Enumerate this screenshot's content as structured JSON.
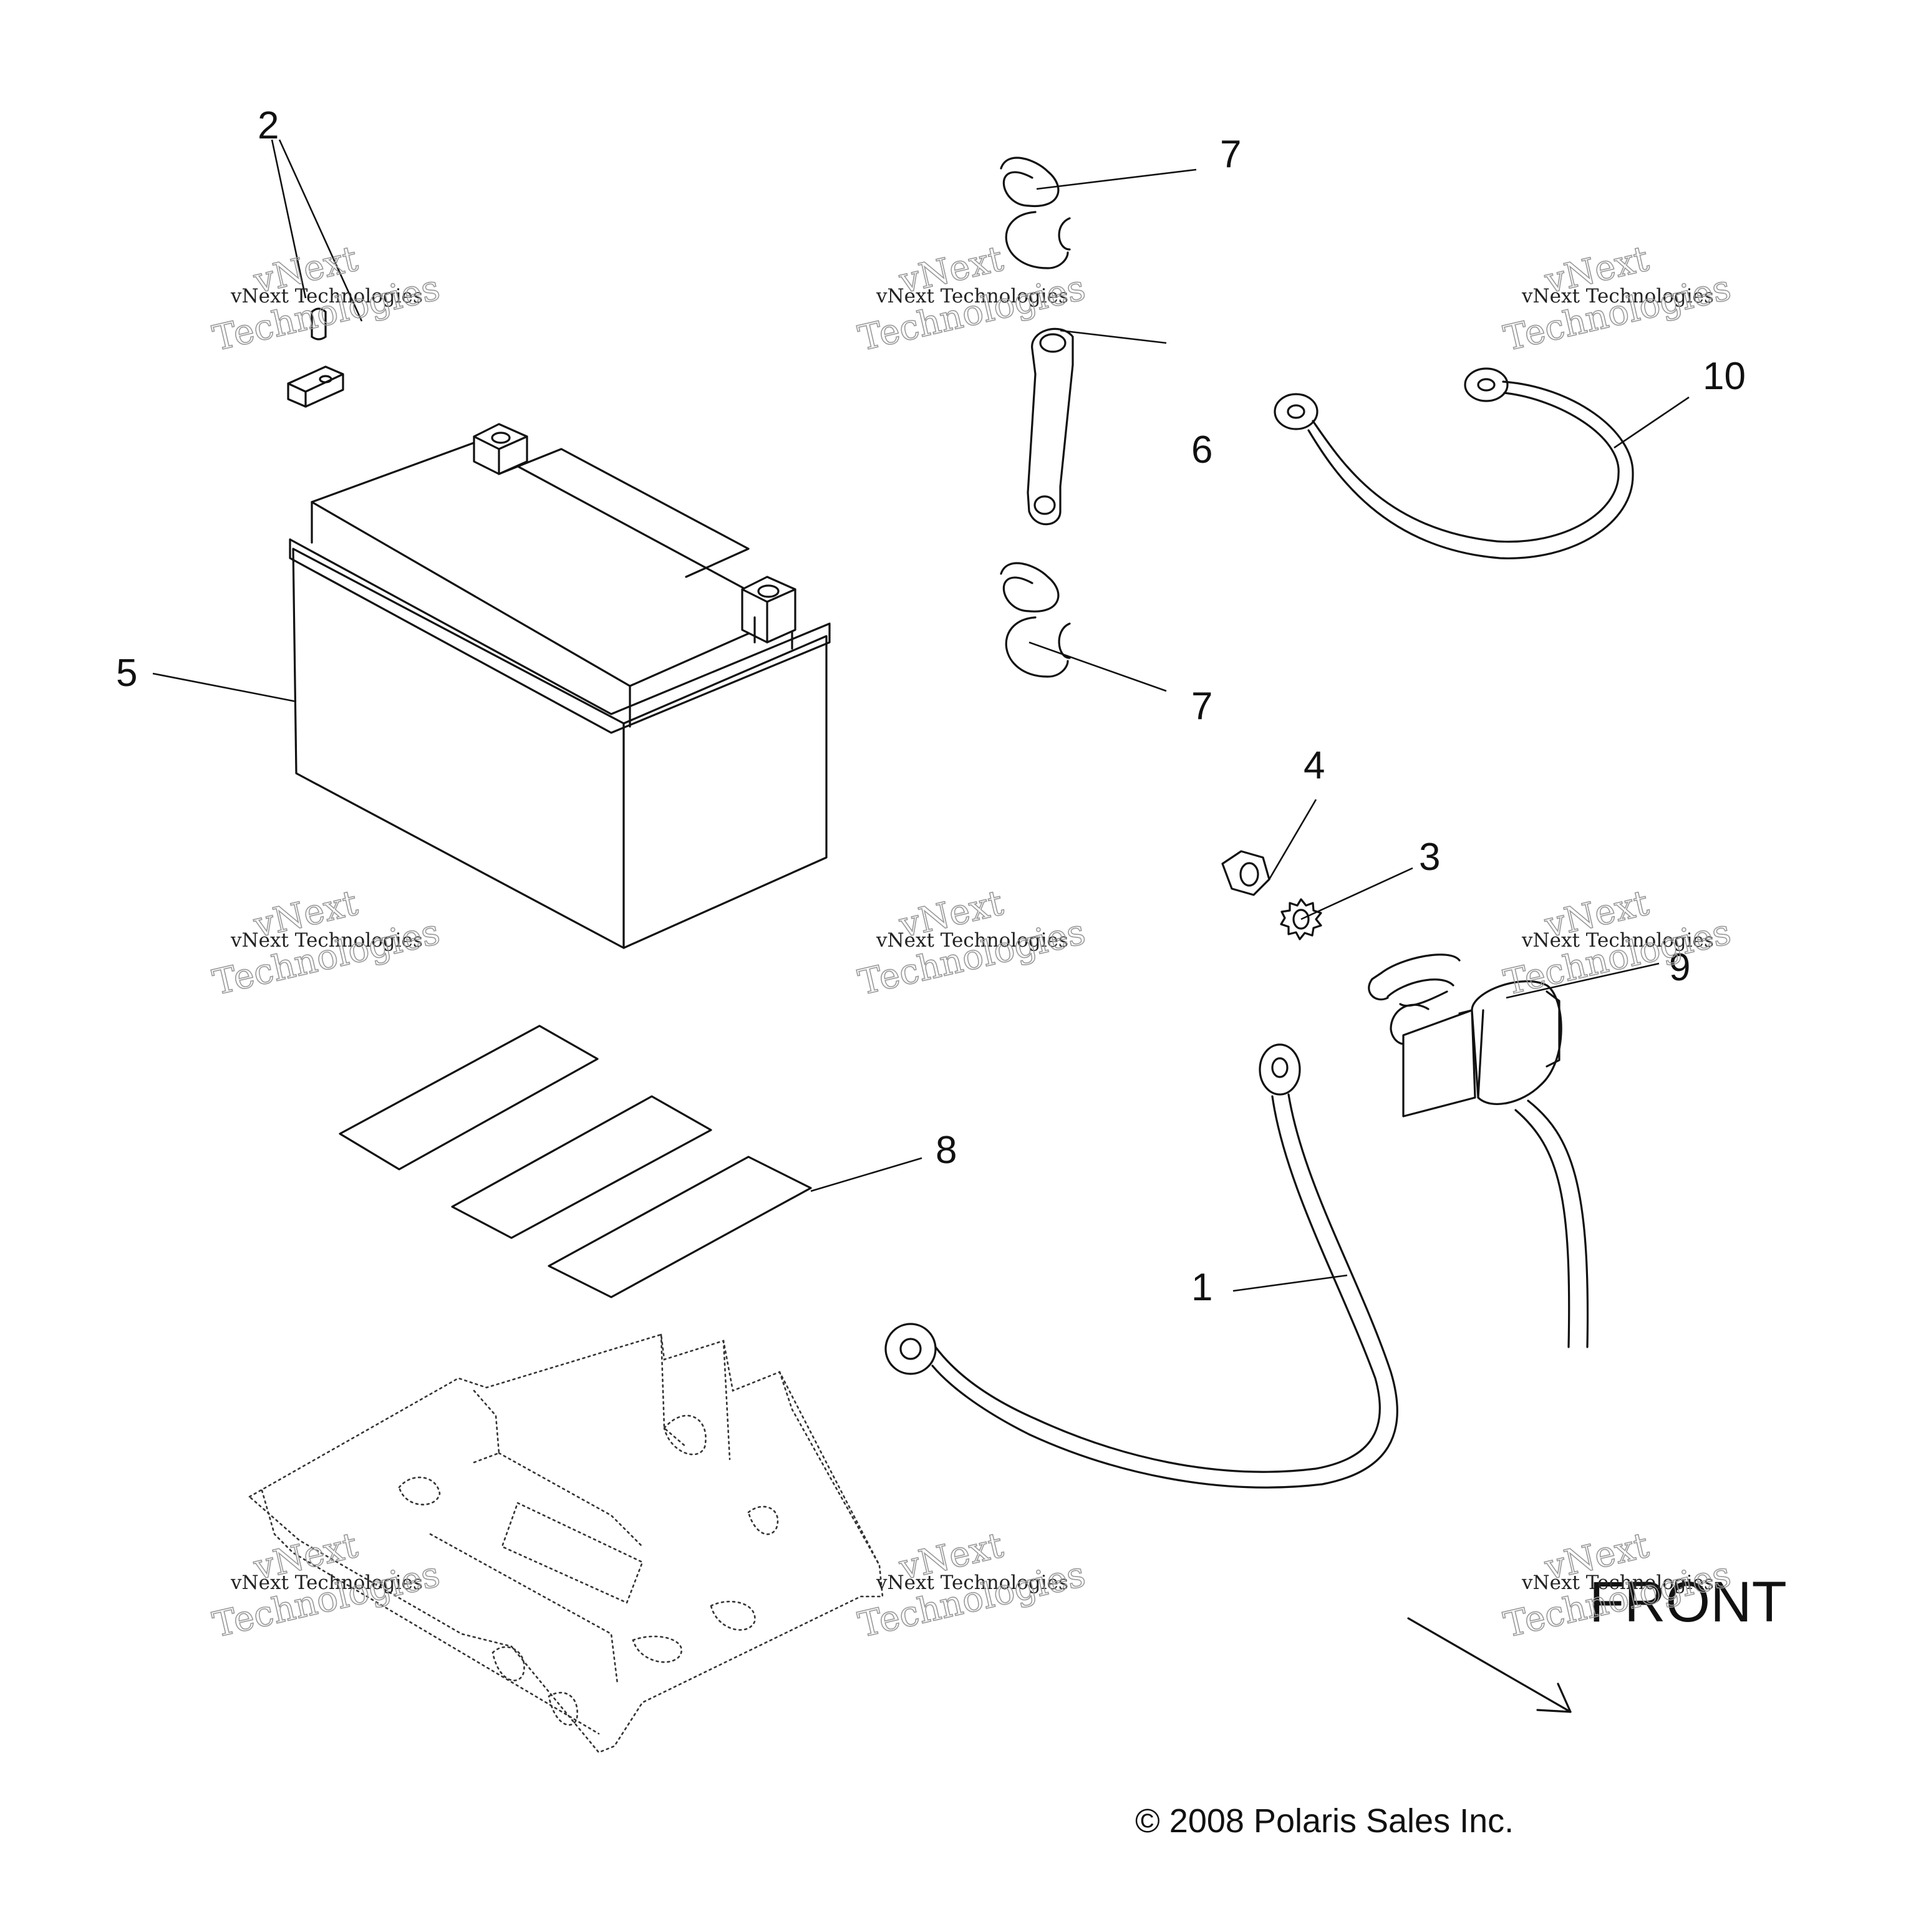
{
  "callouts": [
    {
      "id": "1",
      "label": "1"
    },
    {
      "id": "2",
      "label": "2"
    },
    {
      "id": "3",
      "label": "3"
    },
    {
      "id": "4",
      "label": "4"
    },
    {
      "id": "5",
      "label": "5"
    },
    {
      "id": "6",
      "label": "6"
    },
    {
      "id": "7a",
      "label": "7"
    },
    {
      "id": "7b",
      "label": "7"
    },
    {
      "id": "8",
      "label": "8"
    },
    {
      "id": "9",
      "label": "9"
    },
    {
      "id": "10",
      "label": "10"
    }
  ],
  "direction": {
    "label": "FRONT"
  },
  "copyright": "© 2008 Polaris Sales Inc.",
  "watermark": {
    "line1": "vNext Technologies",
    "line2a": "vNext",
    "line2b": "Technologies"
  }
}
